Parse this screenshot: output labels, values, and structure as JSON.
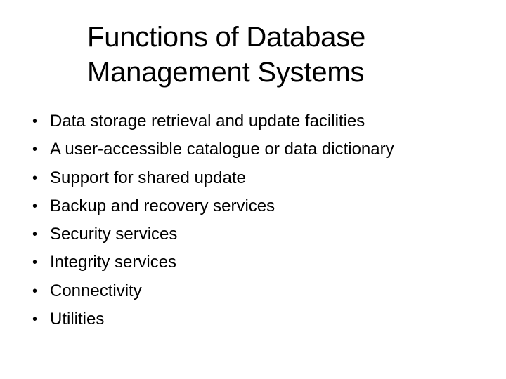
{
  "slide": {
    "title_lines": [
      "Functions of Database",
      "Management Systems"
    ],
    "bullet_glyph": "•",
    "bullets": [
      "Data storage retrieval and update facilities",
      "A user-accessible catalogue or data dictionary",
      "Support for shared update",
      "Backup and recovery services",
      "Security services",
      "Integrity services",
      "Connectivity",
      "Utilities"
    ]
  }
}
